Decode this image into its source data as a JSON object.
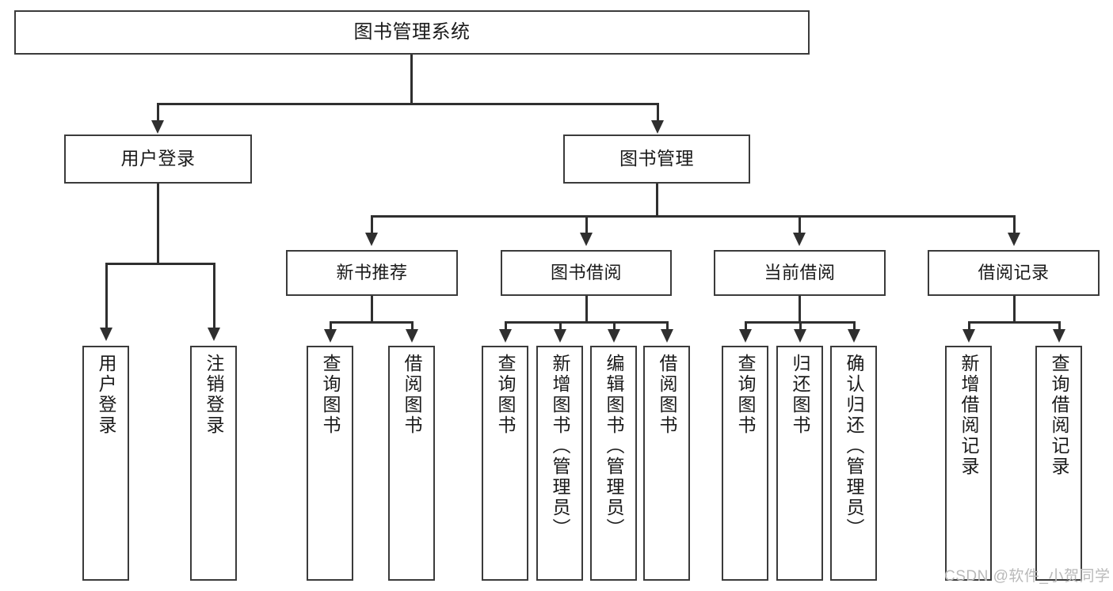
{
  "diagram": {
    "title": "图书管理系统",
    "type": "tree-hierarchy-chart",
    "root": {
      "label": "图书管理系统"
    },
    "level1": [
      {
        "label": "用户登录"
      },
      {
        "label": "图书管理"
      }
    ],
    "level2": [
      {
        "label": "新书推荐"
      },
      {
        "label": "图书借阅"
      },
      {
        "label": "当前借阅"
      },
      {
        "label": "借阅记录"
      }
    ],
    "leaves": {
      "user_login": [
        {
          "label": "用户登录"
        },
        {
          "label": "注销登录"
        }
      ],
      "new_book_rec": [
        {
          "label": "查询图书"
        },
        {
          "label": "借阅图书"
        }
      ],
      "book_borrow": [
        {
          "label": "查询图书"
        },
        {
          "label": "新增图书（管理员）"
        },
        {
          "label": "编辑图书（管理员）"
        },
        {
          "label": "借阅图书"
        }
      ],
      "current_borrow": [
        {
          "label": "查询图书"
        },
        {
          "label": "归还图书"
        },
        {
          "label": "确认归还（管理员）"
        }
      ],
      "borrow_record": [
        {
          "label": "新增借阅记录"
        },
        {
          "label": "查询借阅记录"
        }
      ]
    }
  },
  "watermark": {
    "text": "CSDN @软件_小贺同学"
  },
  "colors": {
    "box_border": "#3b3b3b",
    "connector": "#2f2f2f",
    "background": "#ffffff",
    "text": "#1a1a1a",
    "watermark": "#b9b9b9"
  }
}
